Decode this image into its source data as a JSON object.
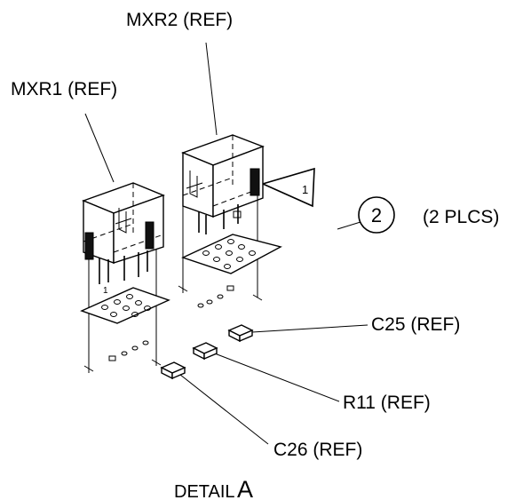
{
  "labels": {
    "mxr2": "MXR2 (REF)",
    "mxr1": "MXR1 (REF)",
    "item_number": "2",
    "plcs": "(2 PLCS)",
    "flag_number": "1",
    "pin_one": "1",
    "c25": "C25 (REF)",
    "r11": "R11 (REF)",
    "c26": "C26 (REF)",
    "detail_word": "DETAIL",
    "detail_letter": "A"
  }
}
